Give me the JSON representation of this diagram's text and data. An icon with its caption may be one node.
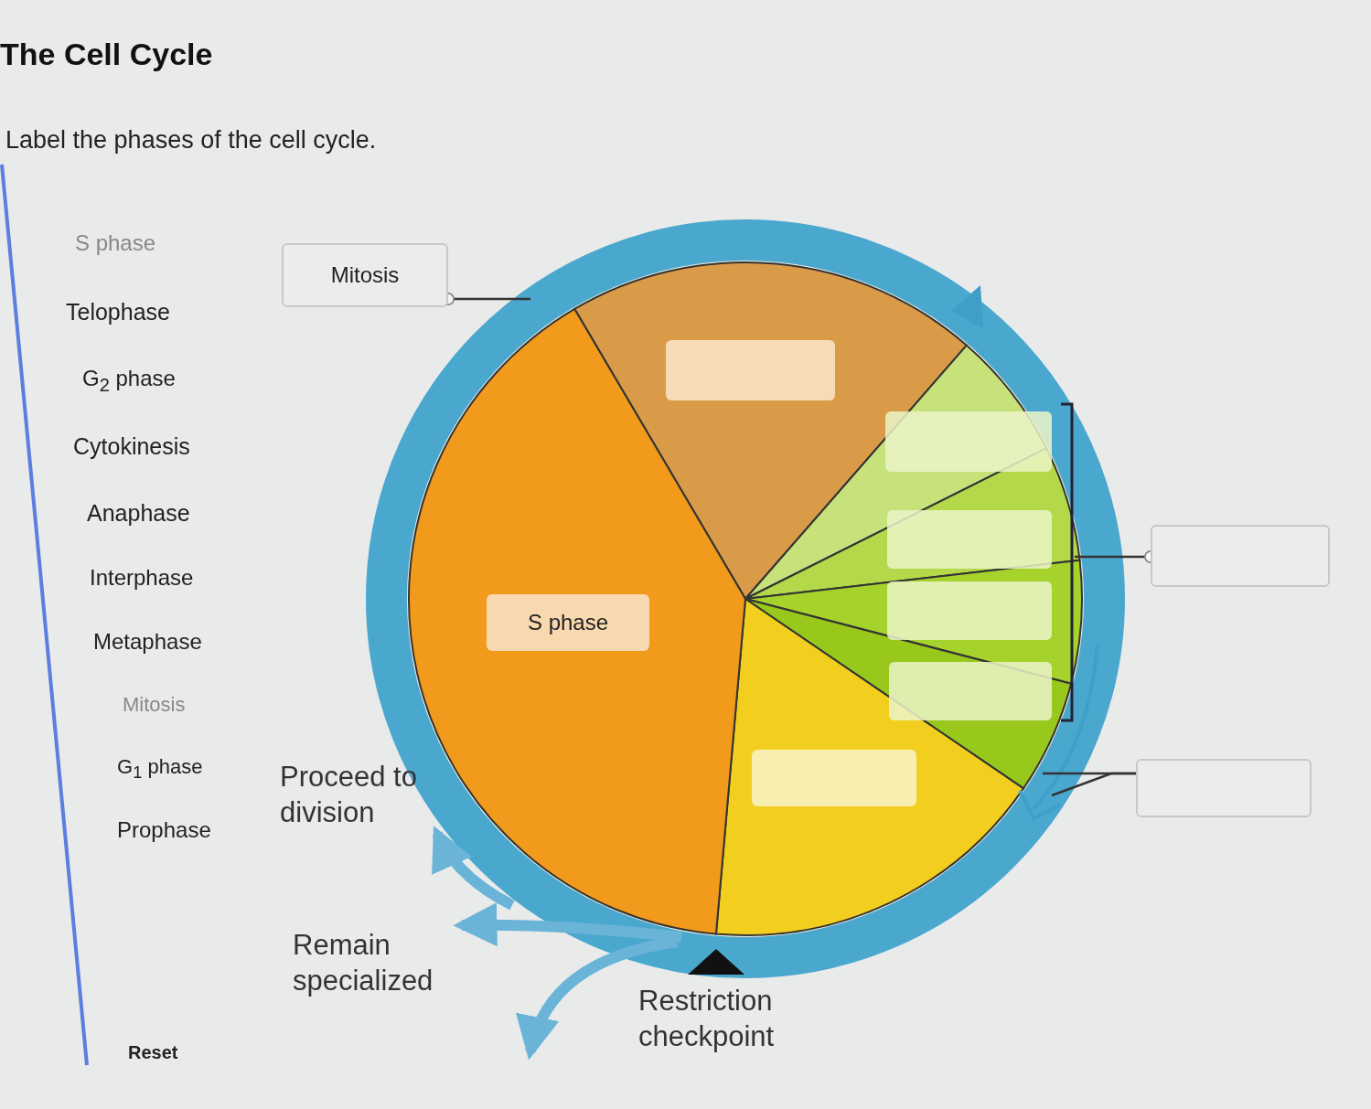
{
  "diagram": {
    "title": "The Cell Cycle",
    "nodes": [
      {
        "text": [
          "Mitosis"
        ]
      },
      {
        "text": [],
        "shape": "box"
      },
      {
        "text": [],
        "shape": "box"
      },
      {
        "text": [],
        "shape": "box"
      },
      {
        "text": [],
        "shape": "box"
      },
      {
        "text": [],
        "shape": "box"
      },
      {
        "text": [],
        "shape": "box"
      },
      {
        "text": [
          "S phase"
        ]
      },
      {
        "text": [
          "Proceed to division"
        ]
      },
      {
        "text": [],
        "shape": "box"
      },
      {
        "text": [],
        "shape": "box"
      },
      {
        "text": [
          "Remain specialized"
        ]
      }
    ],
    "edges": [
      {
        "from": 0,
        "to": null,
        "arrow": "other"
      },
      {
        "from": 6,
        "to": null,
        "arrow": "other"
      },
      {
        "from": 10,
        "to": null,
        "arrow": "none"
      },
      {
        "from": 10,
        "to": null,
        "arrow": "none"
      },
      {
        "from": null,
        "to": 8,
        "arrow": "to",
        "style": "thick",
        "color": "#6ab4d8"
      },
      {
        "from": null,
        "to": 11,
        "arrow": "to",
        "style": "thick",
        "color": "#6ab4d8"
      }
    ],
    "labels": [
      "Label the phases of the cell cycle.",
      "S phase",
      "Telophase",
      "G$_{2}$ phase",
      "Cytokinesis",
      "Anaphase",
      "Interphase",
      "Metaphase",
      "Mitosis",
      "G$_{1}$ phase",
      "Prophase",
      "Restriction checkpoint",
      "Reset"
    ]
  }
}
